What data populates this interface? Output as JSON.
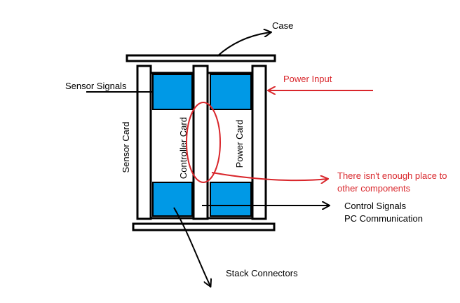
{
  "labels": {
    "case": "Case",
    "sensor_signals": "Sensor Signals",
    "power_input": "Power Input",
    "sensor_card": "Sensor Card",
    "controller_card": "Controller Card",
    "power_card": "Power Card",
    "warning_line1": "There isn't enough place to",
    "warning_line2": "other components",
    "control_signals": "Control Signals",
    "pc_communication": "PC Communication",
    "stack_connectors": "Stack Connectors"
  },
  "colors": {
    "connector_blue": "#0099e6",
    "annotation_red": "#d9262b",
    "line_black": "#000000",
    "background": "#ffffff"
  }
}
